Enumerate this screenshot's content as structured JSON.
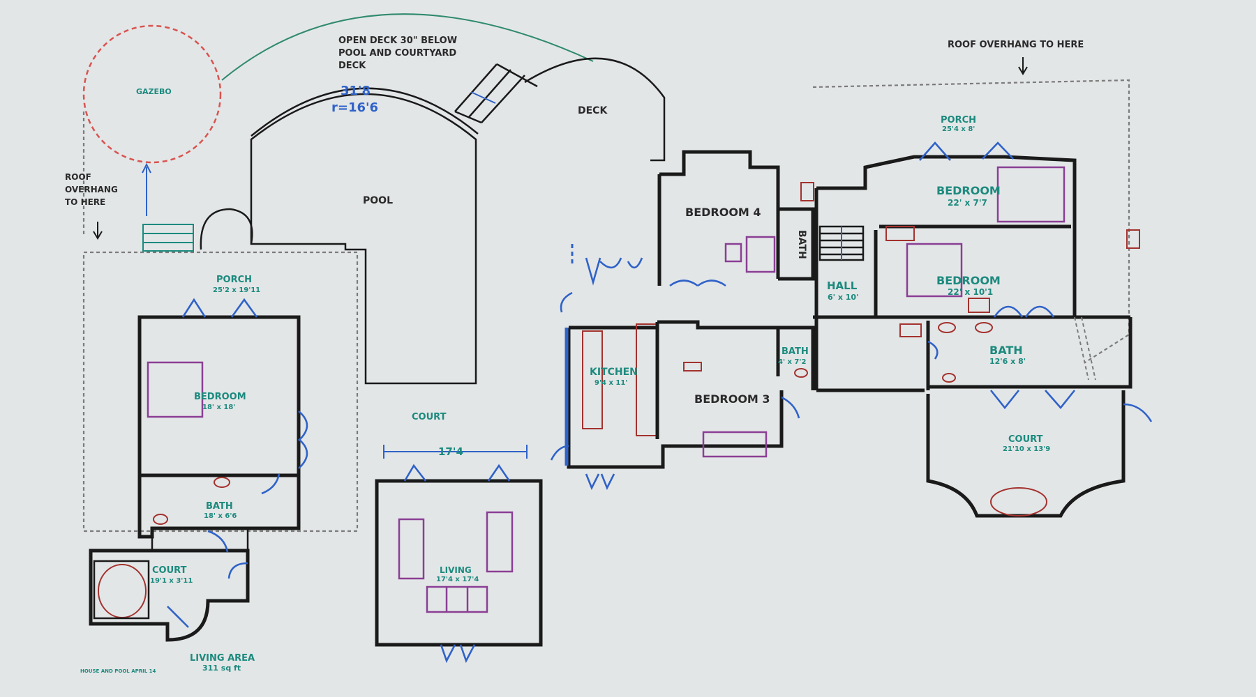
{
  "labels": {
    "open_deck_1": "OPEN DECK 30\" BELOW",
    "open_deck_2": "POOL AND COURTYARD",
    "open_deck_3": "DECK",
    "pool_width": "31'8",
    "pool_radius": "r=16'6",
    "deck": "DECK",
    "pool": "POOL",
    "gazebo": "GAZEBO",
    "roof_overhang_left_1": "ROOF",
    "roof_overhang_left_2": "OVERHANG",
    "roof_overhang_left_3": "TO HERE",
    "roof_overhang_right": "ROOF OVERHANG TO HERE",
    "porch_left": "PORCH",
    "porch_left_dim": "25'2 x 19'11",
    "bedroom_left": "BEDROOM",
    "bedroom_left_dim": "18' x 18'",
    "bath_left": "BATH",
    "bath_left_dim": "18' x 6'6",
    "court_left": "COURT",
    "court_left_dim": "19'1 x 3'11",
    "living_area_1": "LIVING AREA",
    "living_area_2": "311 sq ft",
    "house_note": "HOUSE AND POOL APRIL 14",
    "court_center": "COURT",
    "court_dim_width": "17'4",
    "living": "LIVING",
    "living_dim": "17'4 x 17'4",
    "kitchen": "KITCHEN",
    "kitchen_dim": "9'4 x 11'",
    "bedroom3": "BEDROOM 3",
    "bedroom4": "BEDROOM 4",
    "bath_vertical": "BATH",
    "bath_small": "BATH",
    "bath_small_dim": "4' x 7'2",
    "hall": "HALL",
    "hall_dim": "6' x 10'",
    "porch_right": "PORCH",
    "porch_right_dim": "25'4 x 8'",
    "bedroom_upper": "BEDROOM",
    "bedroom_upper_dim": "22' x 7'7",
    "bedroom_lower": "BEDROOM",
    "bedroom_lower_dim": "22' x 10'1",
    "bath_right": "BATH",
    "bath_right_dim": "12'6 x 8'",
    "court_right": "COURT",
    "court_right_dim": "21'10 x 13'9"
  },
  "colors": {
    "wall": "#1a1a1a",
    "door": "#2f62c8",
    "room_label": "#1c8a7e",
    "furniture": "#8a3f94",
    "fixture": "#a3322e",
    "gazebo": "#d9534f",
    "overhang": "#7b7b7b"
  }
}
